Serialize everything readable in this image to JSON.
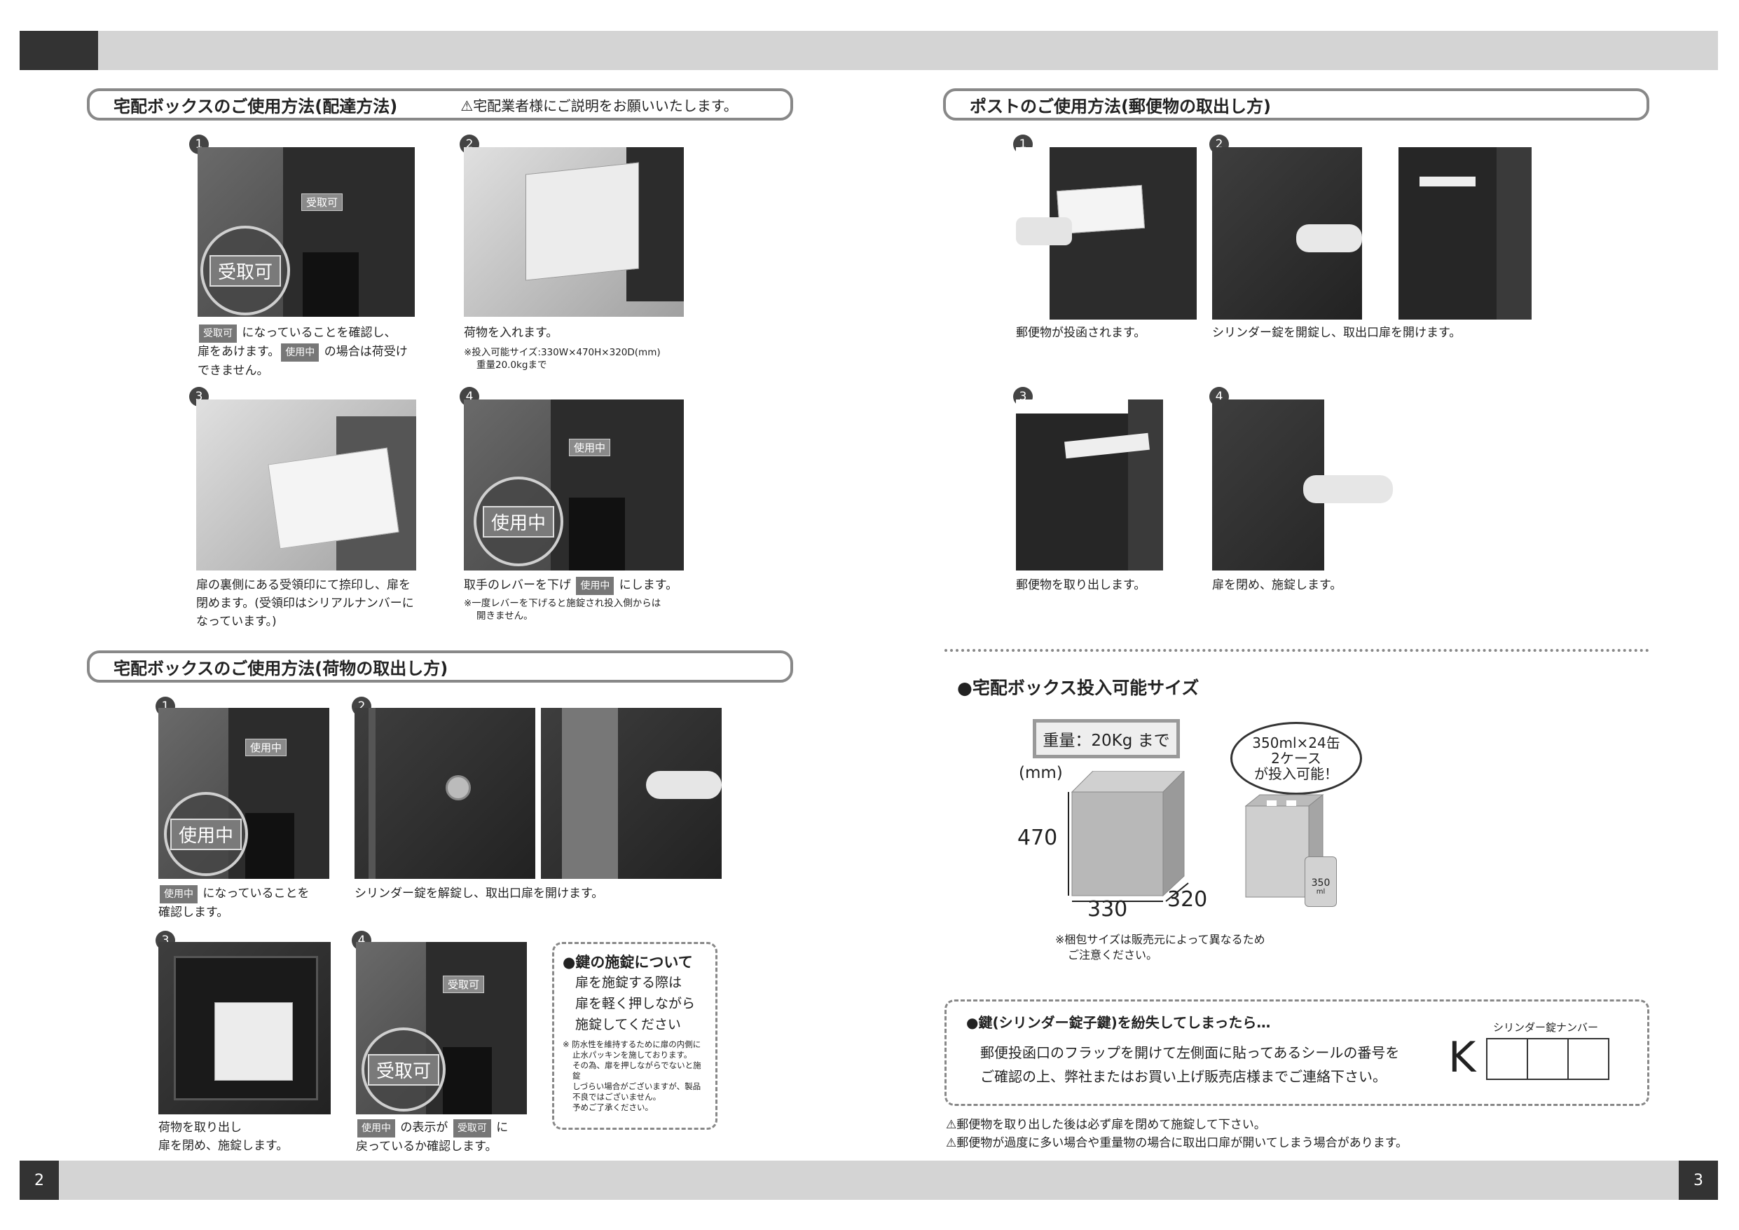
{
  "page_left": {
    "page_number": "2",
    "section1": {
      "title": "宅配ボックスのご使用方法(配達方法)",
      "note": "⚠宅配業者様にご説明をお願いいたします。",
      "steps": [
        {
          "num": "1",
          "label_sign": "受取可",
          "bubble": "受取可",
          "tag1": "受取可",
          "text1": " になっていることを確認し、",
          "text2": "扉をあけます。",
          "tag2": "使用中",
          "text3": " の場合は荷受け",
          "text4": "できません。"
        },
        {
          "num": "2",
          "text1": "荷物を入れます。",
          "note1": "※投入可能サイズ:330W×470H×320D(mm)",
          "note2": "重量20.0kgまで"
        },
        {
          "num": "3",
          "text1": "扉の裏側にある受領印にて捺印し、扉を",
          "text2": "閉めます。(受領印はシリアルナンバーに",
          "text3": "なっています。)"
        },
        {
          "num": "4",
          "label_sign": "使用中",
          "bubble": "使用中",
          "text1": "取手のレバーを下げ ",
          "tag1": "使用中",
          "text2": " にします。",
          "note1": "※一度レバーを下げると施錠され投入側からは",
          "note2": "開きません。"
        }
      ]
    },
    "section2": {
      "title": "宅配ボックスのご使用方法(荷物の取出し方)",
      "steps": [
        {
          "num": "1",
          "label_sign": "使用中",
          "bubble": "使用中",
          "tag1": "使用中",
          "text1": " になっていることを",
          "text2": "確認します。"
        },
        {
          "num": "2",
          "text1": "シリンダー錠を解錠し、取出口扉を開けます。"
        },
        {
          "num": "3",
          "text1": "荷物を取り出し",
          "text2": "扉を閉め、施錠します。"
        },
        {
          "num": "4",
          "label_sign": "受取可",
          "bubble": "受取可",
          "tag1": "使用中",
          "text1": " の表示が ",
          "tag2": "受取可",
          "text2": " に",
          "text3": "戻っているか確認します。"
        }
      ],
      "lock_note": {
        "title": "●鍵の施錠について",
        "lines": [
          "扉を施錠する際は",
          "扉を軽く押しながら",
          "施錠してください"
        ],
        "small": [
          "※ 防水性を維持するために扉の内側に",
          "止水パッキンを施しております。",
          "その為、扉を押しながらでないと施錠",
          "しづらい場合がございますが、製品",
          "不良ではございません。",
          "予めご了承ください。"
        ]
      }
    }
  },
  "page_right": {
    "page_number": "3",
    "section1": {
      "title": "ポストのご使用方法(郵便物の取出し方)",
      "steps": [
        {
          "num": "1",
          "text1": "郵便物が投函されます。"
        },
        {
          "num": "2",
          "text1": "シリンダー錠を開錠し、取出口扉を開けます。"
        },
        {
          "num": "3",
          "text1": "郵便物を取り出します。"
        },
        {
          "num": "4",
          "text1": "扉を閉め、施錠します。"
        }
      ]
    },
    "size": {
      "title": "●宅配ボックス投入可能サイズ",
      "weight": "重量：20Kg まで",
      "unit": "(mm)",
      "height": "470",
      "width": "330",
      "depth": "320",
      "bubble_lines": [
        "350ml×24缶",
        "2ケース",
        "が投入可能！"
      ],
      "can_label": "350",
      "can_unit": "ml",
      "note1": "※梱包サイズは販売元によって異なるため",
      "note2": "ご注意ください。"
    },
    "lost_key": {
      "title": "●鍵(シリンダー錠子鍵)を紛失してしまったら…",
      "line1": "郵便投函口のフラップを開けて左側面に貼ってあるシールの番号を",
      "line2": "ご確認の上、弊社またはお買い上げ販売店様までご連絡下さい。",
      "number_label": "シリンダー錠ナンバー",
      "prefix": "K"
    },
    "warnings": [
      "⚠郵便物を取り出した後は必ず扉を閉めて施錠して下さい。",
      "⚠郵便物が過度に多い場合や重量物の場合に取出口扉が開いてしまう場合があります。"
    ]
  }
}
